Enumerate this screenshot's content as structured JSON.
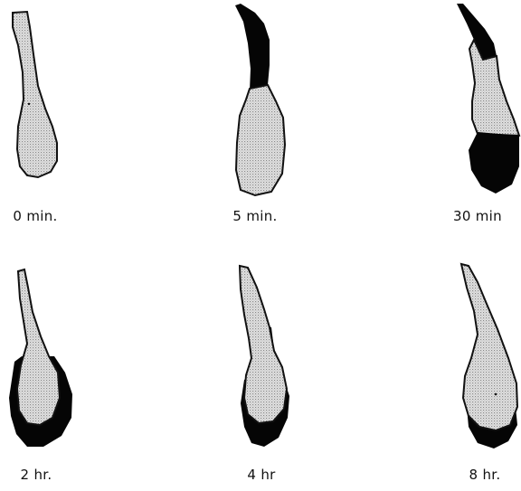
{
  "colors": {
    "stipple": "#9a9a9a",
    "outline": "#111111",
    "dark": "#050505",
    "background": "#ffffff"
  },
  "panels": [
    {
      "label": "0 min."
    },
    {
      "label": "5 min."
    },
    {
      "label": "30 min"
    },
    {
      "label": "2 hr."
    },
    {
      "label": "4 hr"
    },
    {
      "label": "8 hr."
    }
  ]
}
